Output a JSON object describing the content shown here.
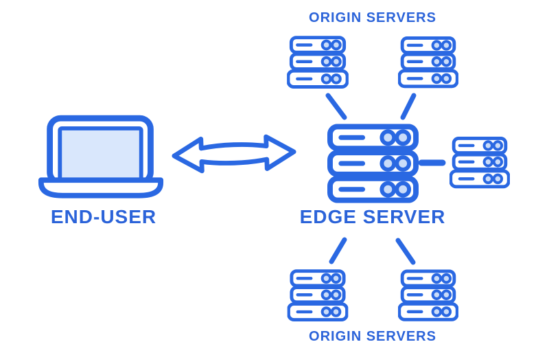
{
  "colors": {
    "primary_blue": "#2a68e2",
    "text_blue": "#2b63d9",
    "light_blue_fill": "#d9e7fc",
    "circle_fill": "#cadcf9",
    "background": "#ffffff"
  },
  "nodes": {
    "end_user": {
      "label": "END-USER",
      "icon": "laptop-icon"
    },
    "edge_server": {
      "label": "EDGE SERVER",
      "icon": "server-stack-icon"
    },
    "origin_top": {
      "label": "ORIGIN SERVERS",
      "icon": "server-stack-icon",
      "server_count": 2
    },
    "origin_bottom": {
      "label": "ORIGIN SERVERS",
      "icon": "server-stack-icon",
      "server_count": 2
    },
    "origin_right": {
      "label": "",
      "icon": "server-stack-icon",
      "server_count": 1
    }
  },
  "connections": [
    {
      "from": "end_user",
      "to": "edge_server",
      "style": "double-headed-arrow"
    },
    {
      "from": "edge_server",
      "to": "origin_top_left",
      "style": "line"
    },
    {
      "from": "edge_server",
      "to": "origin_top_right",
      "style": "line"
    },
    {
      "from": "edge_server",
      "to": "origin_right",
      "style": "line"
    },
    {
      "from": "edge_server",
      "to": "origin_bottom_left",
      "style": "line"
    },
    {
      "from": "edge_server",
      "to": "origin_bottom_right",
      "style": "line"
    }
  ]
}
